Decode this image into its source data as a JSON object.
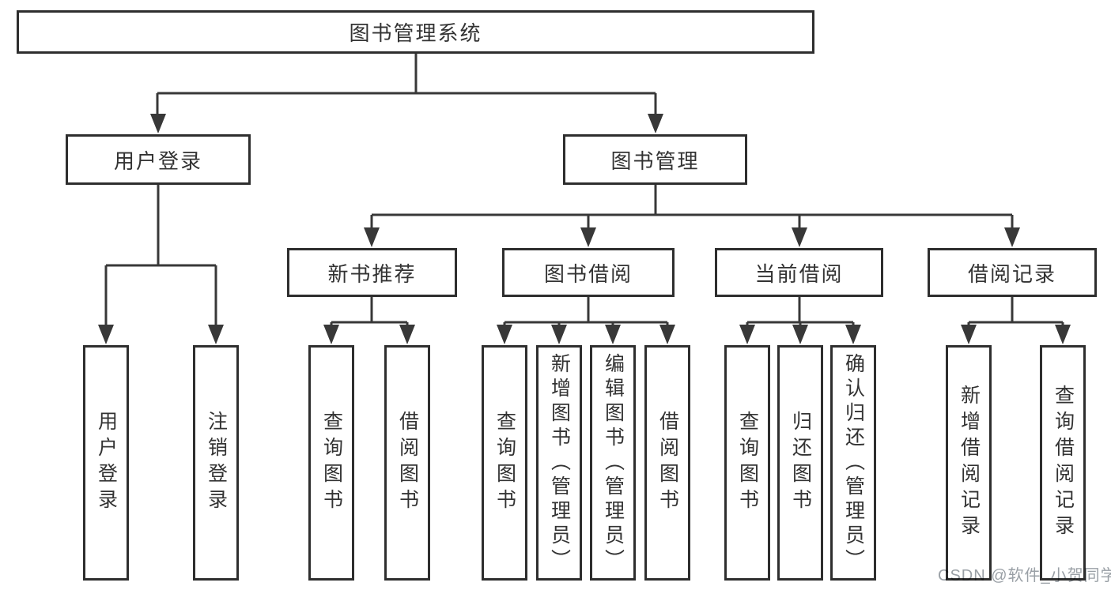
{
  "diagram_title": "图书管理系统",
  "colors": {
    "line": "#383838",
    "box_border": "#2e2e2e",
    "text": "#333333",
    "watermark": "#9aa0a6",
    "background": "#ffffff"
  },
  "tree": {
    "root": {
      "label": "图书管理系统"
    },
    "children": [
      {
        "label": "用户登录",
        "children": [
          {
            "label": "用户登录"
          },
          {
            "label": "注销登录"
          }
        ]
      },
      {
        "label": "图书管理",
        "children": [
          {
            "label": "新书推荐",
            "children": [
              {
                "label": "查询图书"
              },
              {
                "label": "借阅图书"
              }
            ]
          },
          {
            "label": "图书借阅",
            "children": [
              {
                "label": "查询图书"
              },
              {
                "label": "新增图书（管理员）"
              },
              {
                "label": "编辑图书（管理员）"
              },
              {
                "label": "借阅图书"
              }
            ]
          },
          {
            "label": "当前借阅",
            "children": [
              {
                "label": "查询图书"
              },
              {
                "label": "归还图书"
              },
              {
                "label": "确认归还（管理员）"
              }
            ]
          },
          {
            "label": "借阅记录",
            "children": [
              {
                "label": "新增借阅记录"
              },
              {
                "label": "查询借阅记录"
              }
            ]
          }
        ]
      }
    ]
  },
  "watermark": {
    "text": "CSDN @软件_小贺同学"
  }
}
